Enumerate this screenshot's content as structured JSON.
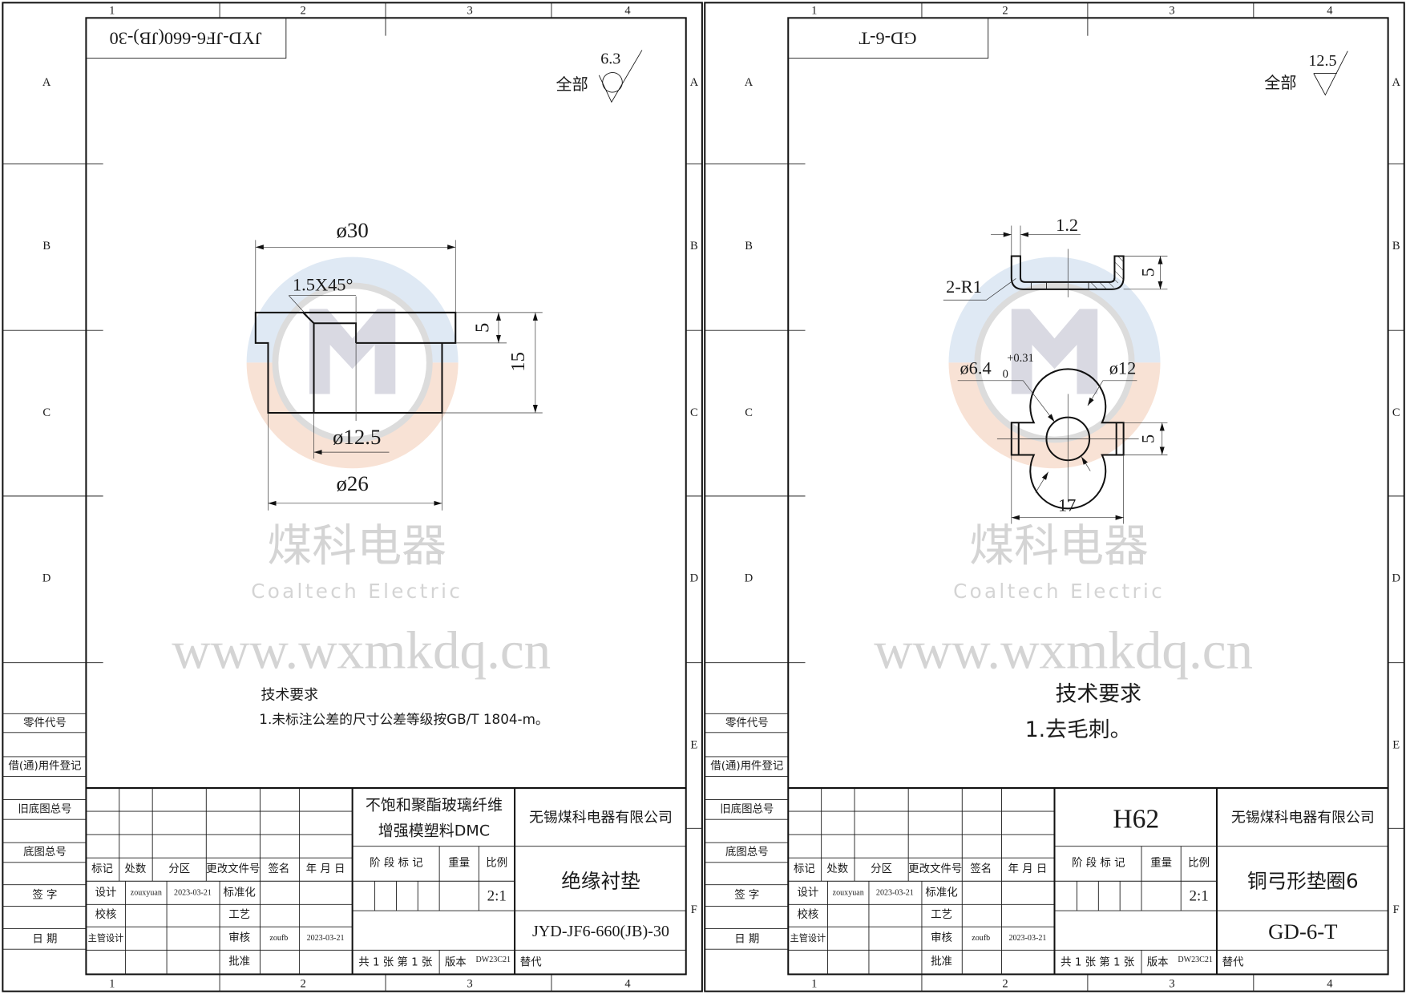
{
  "frame": {
    "col_labels": [
      "1",
      "2",
      "3",
      "4"
    ],
    "row_labels": [
      "A",
      "B",
      "C",
      "D",
      "E",
      "F"
    ],
    "side_table": [
      "零件代号",
      "借(通)用件登记",
      "旧底图总号",
      "底图总号",
      "签 字",
      "日 期"
    ]
  },
  "title_block_labels": {
    "mark": "标记",
    "count": "处数",
    "zone": "分区",
    "change_doc": "更改文件号",
    "signature": "签名",
    "date": "年 月 日",
    "design": "设计",
    "check": "校核",
    "chief_design": "主管设计",
    "standardize": "标准化",
    "process": "工艺",
    "review": "审核",
    "approve": "批准",
    "stage_mark": "阶 段 标 记",
    "weight": "重量",
    "scale": "比例",
    "sheets": "共 1 张  第 1 张",
    "version": "版本",
    "replace": "替代"
  },
  "watermark": {
    "cn": "煤科电器",
    "en": "Coaltech Electric",
    "url": "www.wxmkdq.cn",
    "colors": {
      "top": "#dfe9f4",
      "bottom": "#f8e2d5",
      "ring": "#dcdcdc",
      "mark": "#d9d9e2"
    }
  },
  "sheets": [
    {
      "code": "JYD-JF6-660(JB)-30",
      "roughness_label": "全部",
      "roughness_value": "6.3",
      "tech_title": "技术要求",
      "tech_items": [
        "1.未标注公差的尺寸公差等级按GB/T 1804-m。"
      ],
      "material": [
        "不饱和聚酯玻璃纤维",
        "增强模塑料DMC"
      ],
      "company": "无锡煤科电器有限公司",
      "part_name": "绝缘衬垫",
      "drawing_no": "JYD-JF6-660(JB)-30",
      "scale": "2:1",
      "designer": "zouxyuan",
      "design_date": "2023-03-21",
      "reviewer": "zoufb",
      "review_date": "2023-03-21",
      "version_code": "DW23C21",
      "dims": {
        "d_outer": "ø30",
        "chamfer": "1.5X45°",
        "flange_h": "5",
        "total_h": "15",
        "d_bore": "ø12.5",
        "d_body": "ø26"
      }
    },
    {
      "code": "GD-6-T",
      "roughness_label": "全部",
      "roughness_value": "12.5",
      "tech_title": "技术要求",
      "tech_items": [
        "1.去毛刺。"
      ],
      "material": [
        "H62"
      ],
      "company": "无锡煤科电器有限公司",
      "part_name": "铜弓形垫圈6",
      "drawing_no": "GD-6-T",
      "scale": "2:1",
      "designer": "zouxyuan",
      "design_date": "2023-03-21",
      "reviewer": "zoufb",
      "review_date": "2023-03-21",
      "version_code": "DW23C21",
      "dims": {
        "thickness": "1.2",
        "radius": "2-R1",
        "height": "5",
        "d_hole": "ø6.4",
        "tol_upper": "+0.31",
        "tol_lower": "0",
        "d_outer": "ø12",
        "width": "5",
        "length": "17"
      }
    }
  ]
}
